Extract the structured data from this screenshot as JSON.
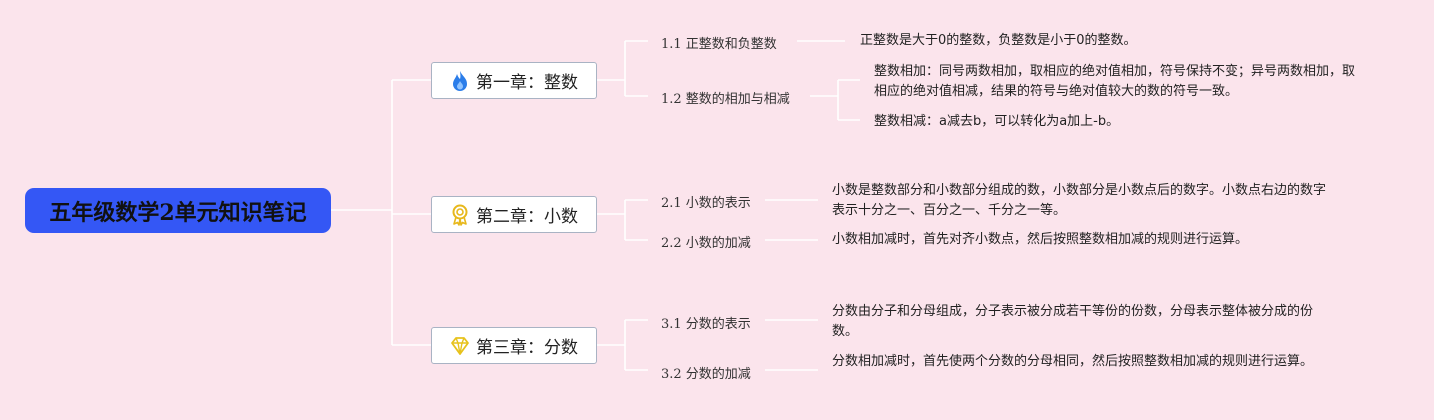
{
  "root": {
    "title": "五年级数学2单元知识笔记"
  },
  "chapters": [
    {
      "label": "第一章：整数",
      "icon": "fire-icon",
      "sections": [
        {
          "label": "1.1 正整数和负整数",
          "notes": [
            "正整数是大于0的整数，负整数是小于0的整数。"
          ]
        },
        {
          "label": "1.2 整数的相加与相减",
          "notes": [
            "整数相加：同号两数相加，取相应的绝对值相加，符号保持不变；异号两数相加，取相应的绝对值相减，结果的符号与绝对值较大的数的符号一致。",
            "整数相减：a减去b，可以转化为a加上-b。"
          ]
        }
      ]
    },
    {
      "label": "第二章：小数",
      "icon": "medal-icon",
      "sections": [
        {
          "label": "2.1 小数的表示",
          "notes": [
            "小数是整数部分和小数部分组成的数，小数部分是小数点后的数字。小数点右边的数字表示十分之一、百分之一、千分之一等。"
          ]
        },
        {
          "label": "2.2 小数的加减",
          "notes": [
            "小数相加减时，首先对齐小数点，然后按照整数相加减的规则进行运算。"
          ]
        }
      ]
    },
    {
      "label": "第三章：分数",
      "icon": "diamond-icon",
      "sections": [
        {
          "label": "3.1 分数的表示",
          "notes": [
            "分数由分子和分母组成，分子表示被分成若干等份的份数，分母表示整体被分成的份数。"
          ]
        },
        {
          "label": "3.2 分数的加减",
          "notes": [
            "分数相加减时，首先使两个分数的分母相同，然后按照整数相加减的规则进行运算。"
          ]
        }
      ]
    }
  ],
  "colors": {
    "background": "#fbe4ec",
    "root": "#3457f5",
    "connector": "#ffffff"
  }
}
